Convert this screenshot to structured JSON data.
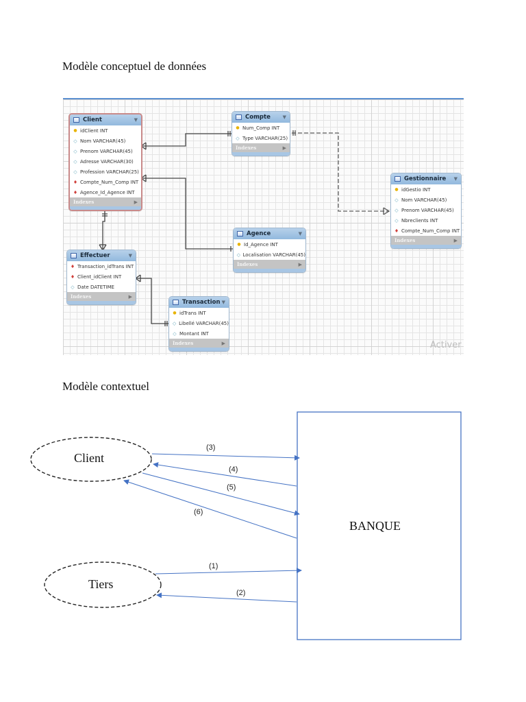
{
  "headings": {
    "mcd": "Modèle conceptuel de données",
    "context": "Modèle contextuel"
  },
  "er_diagram": {
    "watermark": "Activer",
    "indexes_label": "Indexes",
    "tables": {
      "client": {
        "name": "Client",
        "columns": [
          {
            "icon": "primary-key",
            "text": "idClient INT"
          },
          {
            "icon": "column",
            "text": "Nom VARCHAR(45)"
          },
          {
            "icon": "column",
            "text": "Prenom VARCHAR(45)"
          },
          {
            "icon": "column",
            "text": "Adresse VARCHAR(30)"
          },
          {
            "icon": "column",
            "text": "Profession VARCHAR(25)"
          },
          {
            "icon": "foreign-key",
            "text": "Compte_Num_Comp INT"
          },
          {
            "icon": "foreign-key",
            "text": "Agence_Id_Agence INT"
          }
        ]
      },
      "compte": {
        "name": "Compte",
        "columns": [
          {
            "icon": "primary-key",
            "text": "Num_Comp INT"
          },
          {
            "icon": "column",
            "text": "Type VARCHAR(25)"
          }
        ]
      },
      "gestionnaire": {
        "name": "Gestionnaire",
        "columns": [
          {
            "icon": "primary-key",
            "text": "idGestio INT"
          },
          {
            "icon": "column",
            "text": "Nom VARCHAR(45)"
          },
          {
            "icon": "column",
            "text": "Prenom VARCHAR(45)"
          },
          {
            "icon": "column",
            "text": "Nbreclients INT"
          },
          {
            "icon": "foreign-key",
            "text": "Compte_Num_Comp INT"
          }
        ]
      },
      "agence": {
        "name": "Agence",
        "columns": [
          {
            "icon": "primary-key",
            "text": "Id_Agence INT"
          },
          {
            "icon": "column",
            "text": "Localisation VARCHAR(45)"
          }
        ]
      },
      "effectuer": {
        "name": "Effectuer",
        "columns": [
          {
            "icon": "foreign-key",
            "text": "Transaction_idTrans INT"
          },
          {
            "icon": "foreign-key",
            "text": "Client_idClient INT"
          },
          {
            "icon": "column",
            "text": "Date DATETIME"
          }
        ]
      },
      "transaction": {
        "name": "Transaction",
        "columns": [
          {
            "icon": "primary-key",
            "text": "idTrans INT"
          },
          {
            "icon": "column",
            "text": "Libellé VARCHAR(45)"
          },
          {
            "icon": "column",
            "text": "Montant INT"
          }
        ]
      }
    },
    "relationships": [
      {
        "from": "Client",
        "to": "Compte",
        "style": "solid"
      },
      {
        "from": "Client",
        "to": "Agence",
        "style": "solid"
      },
      {
        "from": "Client",
        "to": "Effectuer",
        "style": "solid"
      },
      {
        "from": "Effectuer",
        "to": "Transaction",
        "style": "solid"
      },
      {
        "from": "Compte",
        "to": "Gestionnaire",
        "style": "dashed"
      }
    ]
  },
  "context_diagram": {
    "system": "BANQUE",
    "actors": {
      "client": "Client",
      "tiers": "Tiers"
    },
    "flows": [
      {
        "label": "(1)",
        "from": "Tiers",
        "to": "BANQUE"
      },
      {
        "label": "(2)",
        "from": "BANQUE",
        "to": "Tiers"
      },
      {
        "label": "(3)",
        "from": "Client",
        "to": "BANQUE"
      },
      {
        "label": "(4)",
        "from": "BANQUE",
        "to": "Client"
      },
      {
        "label": "(5)",
        "from": "Client",
        "to": "BANQUE"
      },
      {
        "label": "(6)",
        "from": "BANQUE",
        "to": "Client"
      }
    ],
    "colors": {
      "flow": "#4472c4",
      "box": "#4472c4",
      "ellipse": "#222222"
    }
  }
}
